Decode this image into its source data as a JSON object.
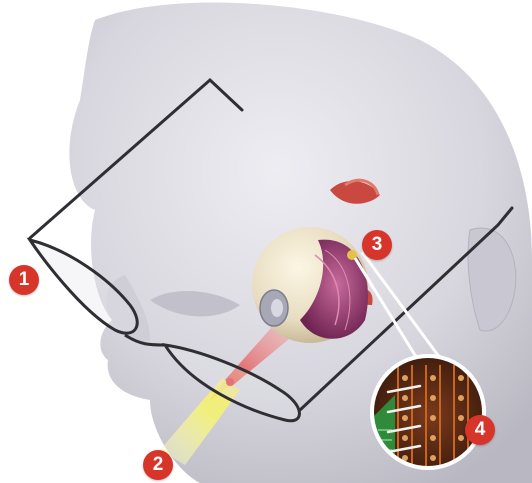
{
  "figure": {
    "subject": "bionic-eye-illustration",
    "callouts": [
      {
        "label": "1",
        "refers_to": "glasses-frame"
      },
      {
        "label": "2",
        "refers_to": "light-beam"
      },
      {
        "label": "3",
        "refers_to": "eyeball-implant"
      },
      {
        "label": "4",
        "refers_to": "microchip-array"
      }
    ],
    "colors": {
      "callout": "#d8352a",
      "head": "#dcdbe2",
      "beam": "#f3f28a",
      "laser": "#e0383a",
      "chip": "#2f8a3a"
    }
  }
}
